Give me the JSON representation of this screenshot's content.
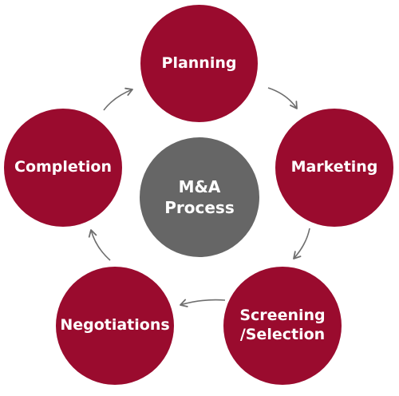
{
  "diagram": {
    "center": {
      "line1": "M&A",
      "line2": "Process"
    },
    "stages": {
      "planning": "Planning",
      "marketing": "Marketing",
      "screening_line1": "Screening",
      "screening_line2": "/Selection",
      "negotiations": "Negotiations",
      "completion": "Completion"
    },
    "colors": {
      "stage": "#9a0b2e",
      "center": "#666666",
      "arrow": "#6e6e6e",
      "text": "#ffffff"
    },
    "flow": [
      "Planning",
      "Marketing",
      "Screening/Selection",
      "Negotiations",
      "Completion"
    ]
  }
}
